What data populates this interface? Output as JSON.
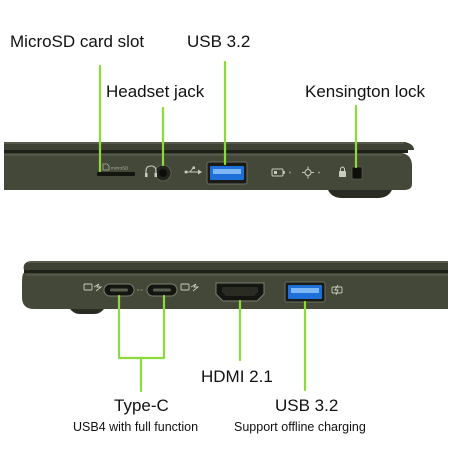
{
  "diagram": {
    "accent_color": "#8bdc3a",
    "body_color": "#3c4033",
    "port_led_color": "#2f7fe0",
    "top_view": {
      "labels": {
        "microsd": "MicroSD card slot",
        "usb": "USB 3.2",
        "headset": "Headset jack",
        "kensington": "Kensington lock"
      }
    },
    "bottom_view": {
      "labels": {
        "typec": "Type-C",
        "typec_sub": "USB4 with full function",
        "hdmi": "HDMI 2.1",
        "usb": "USB 3.2",
        "usb_sub": "Support offline charging"
      }
    },
    "icons": [
      "microsd-icon",
      "headset-icon",
      "usb-icon",
      "battery-led-icon",
      "power-led-icon",
      "lock-icon",
      "thunderbolt-icon",
      "hdmi-icon",
      "charge-icon"
    ]
  }
}
